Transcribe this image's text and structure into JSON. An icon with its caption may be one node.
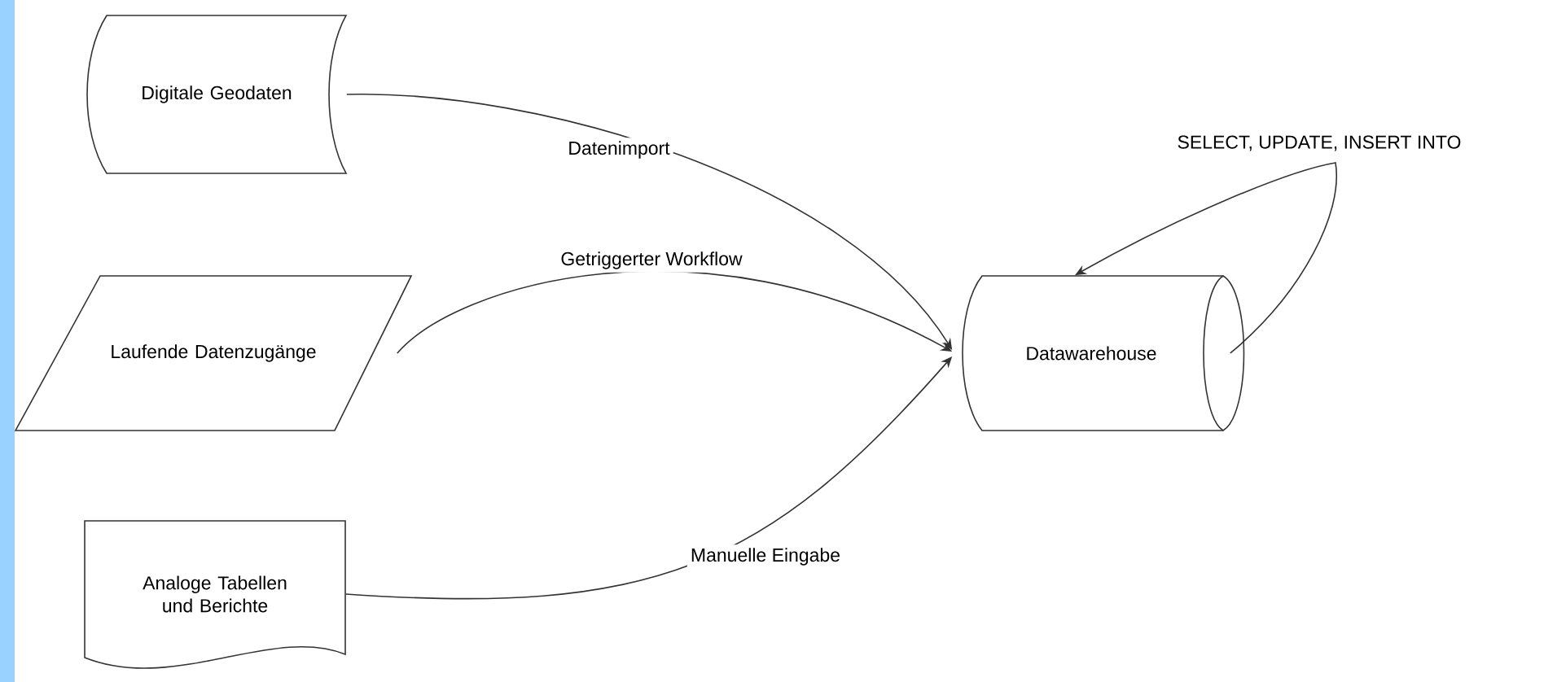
{
  "diagram": {
    "nodes": [
      {
        "text": [
          "Digitale Geodaten"
        ]
      },
      {
        "text": [
          "Laufende Datenzugänge"
        ]
      },
      {
        "text": [
          "Analoge Tabellen und Berichte"
        ]
      },
      {
        "text": [
          "Datawarehouse"
        ]
      }
    ],
    "edges": [
      {
        "from": 0,
        "to": 3,
        "arrow": "to",
        "label": "Datenimport"
      },
      {
        "from": 1,
        "to": 3,
        "arrow": "to",
        "label": "Getriggerter Workflow"
      },
      {
        "from": 2,
        "to": 3,
        "arrow": "to",
        "label": "Manuelle Eingabe"
      },
      {
        "from": 3,
        "to": 3,
        "arrow": "to",
        "label": "SELECT, UPDATE, INSERT INTO"
      }
    ]
  }
}
